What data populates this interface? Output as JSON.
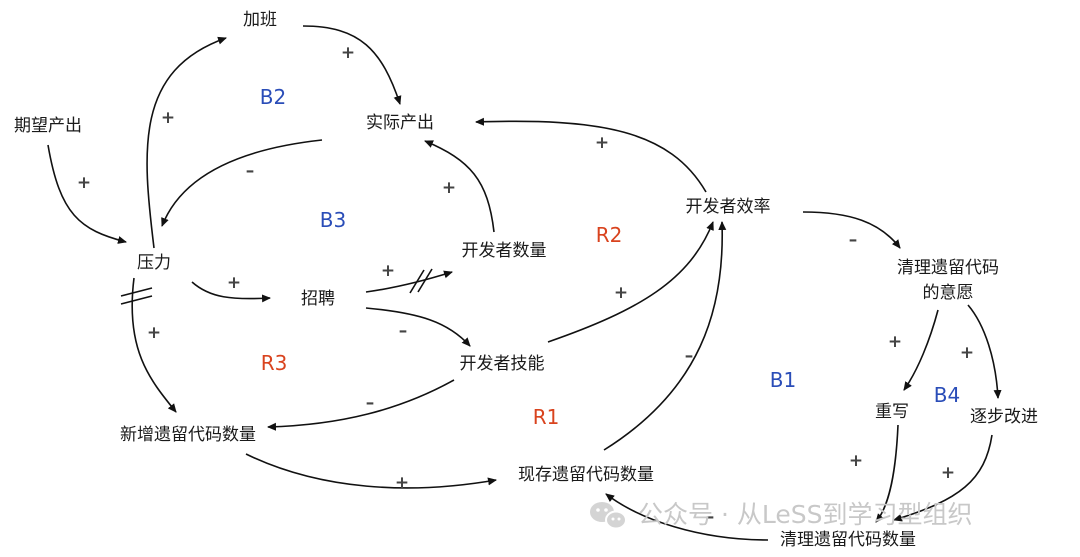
{
  "nodes": {
    "overtime": "加班",
    "expected_output": "期望产出",
    "actual_output": "实际产出",
    "pressure": "压力",
    "hiring": "招聘",
    "dev_count": "开发者数量",
    "dev_efficiency": "开发者效率",
    "dev_skill": "开发者技能",
    "new_legacy": "新增遗留代码数量",
    "existing_legacy": "现存遗留代码数量",
    "cleanup_will_line1": "清理遗留代码",
    "cleanup_will_line2": "的意愿",
    "rewrite": "重写",
    "gradual_improve": "逐步改进",
    "cleanup_count": "清理遗留代码数量"
  },
  "loops": {
    "b1": "B1",
    "b2": "B2",
    "b3": "B3",
    "b4": "B4",
    "r1": "R1",
    "r2": "R2",
    "r3": "R3"
  },
  "signs": {
    "overtime_to_actual": "+",
    "pressure_to_overtime": "+",
    "expected_to_pressure": "+",
    "actual_to_pressure": "–",
    "devcount_to_actual": "+",
    "efficiency_to_actual": "+",
    "pressure_to_hiring": "+",
    "hiring_to_devcount": "+",
    "hiring_to_skill": "–",
    "pressure_to_newlegacy": "+",
    "skill_to_efficiency": "+",
    "skill_to_newlegacy": "–",
    "newlegacy_to_existing": "+",
    "existing_to_efficiency": "–",
    "efficiency_to_will": "–",
    "will_to_rewrite": "+",
    "will_to_gradual": "+",
    "rewrite_to_cleanup": "+",
    "gradual_to_cleanup": "+",
    "cleanup_to_existing": "–"
  },
  "colors": {
    "balancing_loop": "#2a4db8",
    "reinforcing_loop": "#d9431e"
  },
  "watermark": {
    "text": "公众号 · 从LeSS到学习型组织",
    "icon": "wechat-icon"
  }
}
